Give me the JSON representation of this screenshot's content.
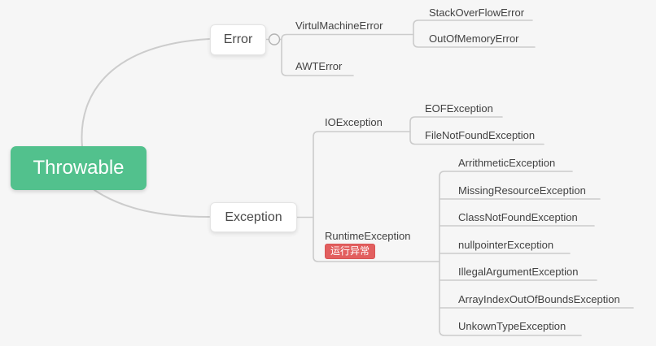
{
  "colors": {
    "canvas_bg": "#f6f6f6",
    "root_bg": "#52c18d",
    "root_text": "#ffffff",
    "node_bg": "#ffffff",
    "node_border": "#e4e4e4",
    "node_text": "#4a4a4a",
    "label_text": "#424242",
    "connector": "#cccccc",
    "expander_stroke": "#b3b3b3",
    "tag_bg": "#e25f5f",
    "tag_border": "#d95454",
    "tag_text": "#ffffff"
  },
  "mindmap": {
    "root": {
      "label": "Throwable"
    },
    "branches": [
      {
        "label": "Error",
        "children": [
          {
            "label": "VirtulMachineError",
            "children": [
              {
                "label": "StackOverFlowError"
              },
              {
                "label": "OutOfMemoryError"
              }
            ]
          },
          {
            "label": "AWTError"
          }
        ]
      },
      {
        "label": "Exception",
        "children": [
          {
            "label": "IOException",
            "children": [
              {
                "label": "EOFException"
              },
              {
                "label": "FileNotFoundException"
              }
            ]
          },
          {
            "label": "RuntimeException",
            "tag": "运行异常",
            "children": [
              {
                "label": "ArrithmeticException"
              },
              {
                "label": "MissingResourceException"
              },
              {
                "label": "ClassNotFoundException"
              },
              {
                "label": "nullpointerException"
              },
              {
                "label": "IllegalArgumentException"
              },
              {
                "label": "ArrayIndexOutOfBoundsException"
              },
              {
                "label": "UnkownTypeException"
              }
            ]
          }
        ]
      }
    ]
  }
}
